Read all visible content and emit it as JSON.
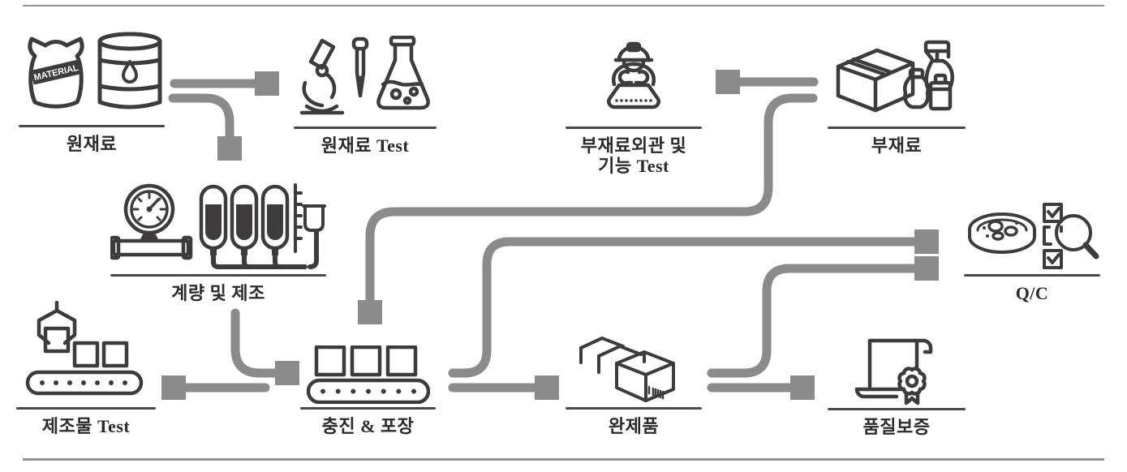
{
  "diagram": {
    "sack_label": "MATERIAL",
    "nodes": [
      {
        "id": "raw-material",
        "label": "원재료",
        "icon": "material-sack-and-oil-drum-icon"
      },
      {
        "id": "raw-material-test",
        "label": "원재료 Test",
        "icon": "microscope-dropper-flask-icon"
      },
      {
        "id": "submaterial-appearance-function-test",
        "label": "부재료외관 및",
        "label_line2": "기능 Test",
        "icon": "worker-inspecting-conveyor-icon"
      },
      {
        "id": "submaterial",
        "label": "부재료",
        "icon": "box-and-spray-bottles-icon"
      },
      {
        "id": "measuring-and-manufacturing",
        "label": "계량 및 제조",
        "icon": "pressure-gauge-and-mixing-tanks-icon"
      },
      {
        "id": "quality-control",
        "label": "Q/C",
        "icon": "petri-dish-checklist-magnifier-icon"
      },
      {
        "id": "product-test",
        "label": "제조물 Test",
        "icon": "robotic-gripper-conveyor-icon"
      },
      {
        "id": "filling-and-packaging",
        "label": "충진 & 포장",
        "icon": "conveyor-with-boxes-icon"
      },
      {
        "id": "finished-product",
        "label": "완제품",
        "icon": "stacked-shipping-boxes-icon"
      },
      {
        "id": "quality-assurance",
        "label": "품질보증",
        "icon": "certificate-with-seal-icon"
      }
    ],
    "flows": [
      {
        "from": "원재료",
        "to": "원재료 Test"
      },
      {
        "from": "원재료",
        "to": "계량 및 제조"
      },
      {
        "from": "부재료",
        "to": "부재료외관 및 기능 Test"
      },
      {
        "from": "부재료",
        "to": "충진 & 포장"
      },
      {
        "from": "계량 및 제조",
        "to": "충진 & 포장"
      },
      {
        "from": "충진 & 포장",
        "to": "제조물 Test"
      },
      {
        "from": "충진 & 포장",
        "to": "Q/C"
      },
      {
        "from": "충진 & 포장",
        "to": "완제품"
      },
      {
        "from": "완제품",
        "to": "Q/C"
      },
      {
        "from": "완제품",
        "to": "품질보증"
      }
    ],
    "colors": {
      "icon_stroke": "#3d3b3c",
      "arrow": "#8b8b8b",
      "label_text": "#2b2a2a",
      "underline": "#4a4848",
      "border_rule": "#949494",
      "background": "#ffffff"
    }
  }
}
